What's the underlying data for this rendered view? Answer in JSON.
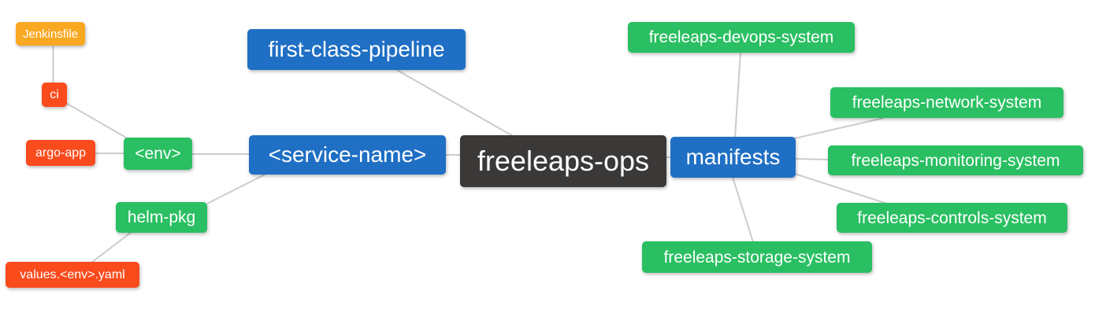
{
  "diagram": {
    "type": "mindmap",
    "background_color": "#ffffff",
    "edge_color": "#cccccc",
    "colors": {
      "root": "#3b3838",
      "level1": "#1f6fc4",
      "level2": "#2abf62",
      "level3": "#fa4b1d",
      "level4": "#f9a822"
    },
    "nodes": [
      {
        "id": "freeleaps-ops",
        "label": "freeleaps-ops",
        "level": 0,
        "color": "#3b3838"
      },
      {
        "id": "first-class-pipeline",
        "label": "first-class-pipeline",
        "level": 1,
        "color": "#1f6fc4"
      },
      {
        "id": "service-name",
        "label": "<service-name>",
        "level": 1,
        "color": "#1f6fc4"
      },
      {
        "id": "manifests",
        "label": "manifests",
        "level": 1,
        "color": "#1f6fc4"
      },
      {
        "id": "env",
        "label": "<env>",
        "level": 2,
        "color": "#2abf62"
      },
      {
        "id": "helm-pkg",
        "label": "helm-pkg",
        "level": 2,
        "color": "#2abf62"
      },
      {
        "id": "freeleaps-devops-system",
        "label": "freeleaps-devops-system",
        "level": 2,
        "color": "#2abf62"
      },
      {
        "id": "freeleaps-network-system",
        "label": "freeleaps-network-system",
        "level": 2,
        "color": "#2abf62"
      },
      {
        "id": "freeleaps-monitoring-system",
        "label": "freeleaps-monitoring-system",
        "level": 2,
        "color": "#2abf62"
      },
      {
        "id": "freeleaps-controls-system",
        "label": "freeleaps-controls-system",
        "level": 2,
        "color": "#2abf62"
      },
      {
        "id": "freeleaps-storage-system",
        "label": "freeleaps-storage-system",
        "level": 2,
        "color": "#2abf62"
      },
      {
        "id": "ci",
        "label": "ci",
        "level": 3,
        "color": "#fa4b1d"
      },
      {
        "id": "argo-app",
        "label": "argo-app",
        "level": 3,
        "color": "#fa4b1d"
      },
      {
        "id": "values-env-yaml",
        "label": "values.<env>.yaml",
        "level": 3,
        "color": "#fa4b1d"
      },
      {
        "id": "jenkinsfile",
        "label": "Jenkinsfile",
        "level": 4,
        "color": "#f9a822"
      }
    ],
    "edges": [
      {
        "from": "jenkinsfile",
        "to": "ci"
      },
      {
        "from": "ci",
        "to": "env"
      },
      {
        "from": "argo-app",
        "to": "env"
      },
      {
        "from": "env",
        "to": "service-name"
      },
      {
        "from": "helm-pkg",
        "to": "service-name"
      },
      {
        "from": "values-env-yaml",
        "to": "helm-pkg"
      },
      {
        "from": "first-class-pipeline",
        "to": "freeleaps-ops"
      },
      {
        "from": "service-name",
        "to": "freeleaps-ops"
      },
      {
        "from": "freeleaps-ops",
        "to": "manifests"
      },
      {
        "from": "manifests",
        "to": "freeleaps-devops-system"
      },
      {
        "from": "manifests",
        "to": "freeleaps-network-system"
      },
      {
        "from": "manifests",
        "to": "freeleaps-monitoring-system"
      },
      {
        "from": "manifests",
        "to": "freeleaps-controls-system"
      },
      {
        "from": "manifests",
        "to": "freeleaps-storage-system"
      }
    ]
  }
}
